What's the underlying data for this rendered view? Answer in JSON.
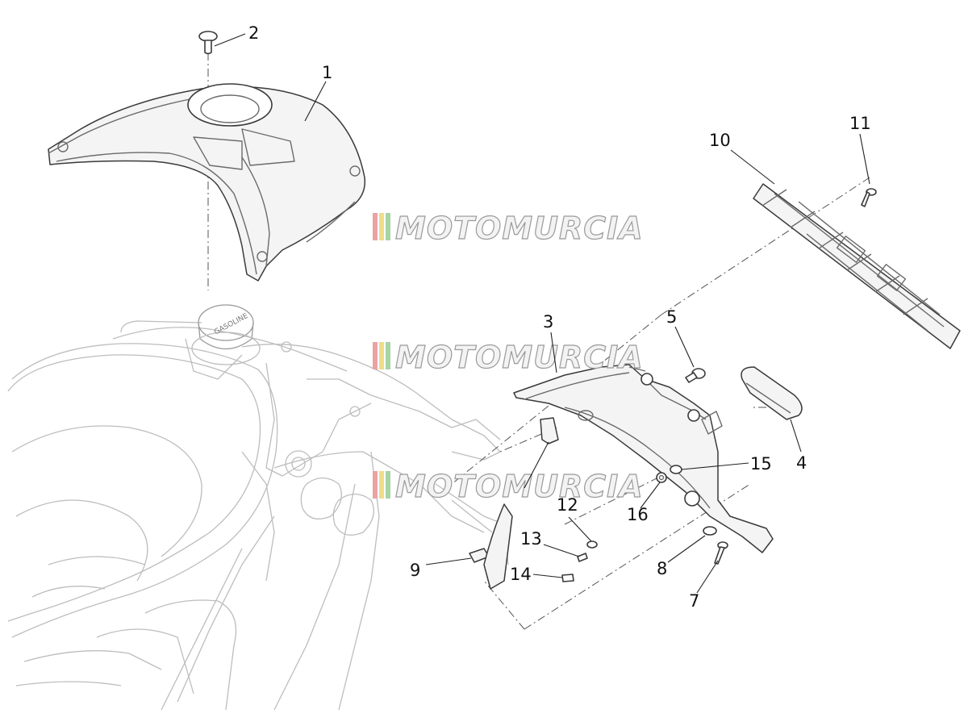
{
  "watermark": {
    "text": "MOTOMURCIA",
    "stripe_colors": [
      "#e9a3a3",
      "#f0dc8a",
      "#a7d3a5"
    ]
  },
  "callouts": {
    "c1": "1",
    "c2": "2",
    "c3": "3",
    "c4": "4",
    "c5": "5",
    "c7": "7",
    "c8": "8",
    "c9": "9",
    "c10": "10",
    "c11": "11",
    "c12": "12",
    "c13": "13",
    "c14": "14",
    "c15": "15",
    "c16": "16"
  },
  "cap_label": "GASOLINE"
}
